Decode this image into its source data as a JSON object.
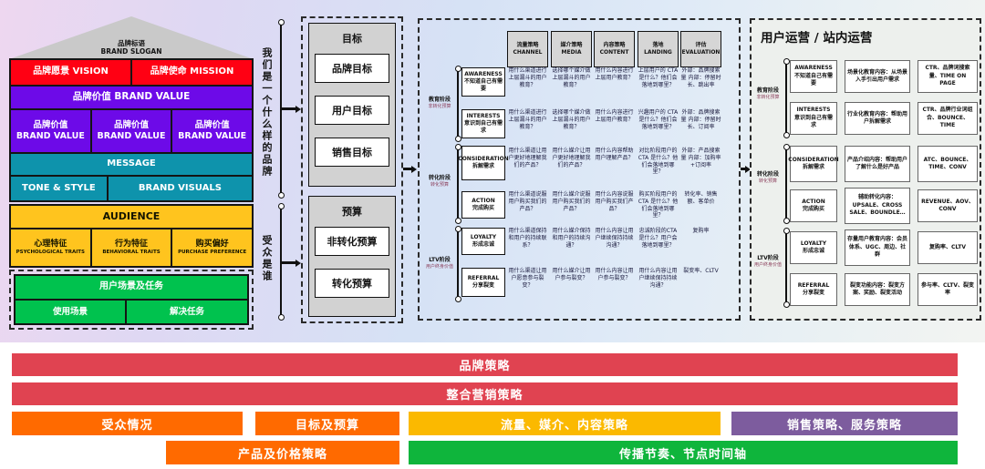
{
  "house": {
    "slogan_cn": "品牌标语",
    "slogan_en": "BRAND SLOGAN",
    "vision": "品牌愿景 VISION",
    "mission": "品牌使命 MISSION",
    "value_row": "品牌价值 BRAND VALUE",
    "values": [
      {
        "cn": "品牌价值",
        "en": "BRAND VALUE"
      },
      {
        "cn": "品牌价值",
        "en": "BRAND VALUE"
      },
      {
        "cn": "品牌价值",
        "en": "BRAND VALUE"
      }
    ],
    "message": "MESSAGE",
    "tone": "TONE & STYLE",
    "visuals": "BRAND VISUALS",
    "audience_title": "AUDIENCE",
    "traits": [
      {
        "cn": "心理特征",
        "en": "PSYCHOLOGICAL TRAITS"
      },
      {
        "cn": "行为特征",
        "en": "BEHAVIORAL TRAITS"
      },
      {
        "cn": "购买偏好",
        "en": "PURCHASE PREFERENCE"
      }
    ],
    "scenario_title": "用户场景及任务",
    "scenario_items": [
      "使用场景",
      "解决任务"
    ]
  },
  "axes": {
    "brand_question": "我们是一个什么样的品牌",
    "audience_question": "受众是谁"
  },
  "goals": {
    "title": "目标",
    "items": [
      "品牌目标",
      "用户目标",
      "销售目标"
    ]
  },
  "budget": {
    "title": "预算",
    "items": [
      "非转化预算",
      "转化预算"
    ]
  },
  "funnel": {
    "columns": [
      {
        "cn": "流量策略",
        "en": "CHANNEL"
      },
      {
        "cn": "媒介策略",
        "en": "MEDIA"
      },
      {
        "cn": "内容策略",
        "en": "CONTENT"
      },
      {
        "cn": "落地",
        "en": "LANDING"
      },
      {
        "cn": "评估",
        "en": "EVALUATION"
      }
    ],
    "groups": [
      {
        "label": "教育阶段",
        "sub": "非转化预算"
      },
      {
        "label": "转化阶段",
        "sub": "转化预算"
      },
      {
        "label": "LTV阶段",
        "sub": "用户终身价值"
      }
    ],
    "stages": [
      {
        "en": "AWARENESS",
        "cn": "不知道自己有需要"
      },
      {
        "en": "INTERESTS",
        "cn": "意识到自己有需求"
      },
      {
        "en": "CONSIDERATION",
        "cn": "拆解需求"
      },
      {
        "en": "ACTION",
        "cn": "完成购买"
      },
      {
        "en": "LOYALTY",
        "cn": "形成忠诚"
      },
      {
        "en": "REFERRAL",
        "cn": "分享裂变"
      }
    ],
    "cells": [
      [
        "用什么渠道进行上层漏斗的用户教育？",
        "选择哪个媒介做上层漏斗的用户教育？",
        "用什么内容进行上层用户教育？",
        "上层用户的 CTA 是什么？他们会落地到哪里？",
        "外部：品牌搜索量 内部：停留时长、跳出率"
      ],
      [
        "用什么渠道进行上层漏斗的用户教育？",
        "选择哪个媒介做上层漏斗的用户教育？",
        "用什么内容进行上层用户教育？",
        "兴趣用户的 CTA 是什么？他们会落地到哪里？",
        "外部：品牌搜索量 内部：停留时长、订阅率"
      ],
      [
        "用什么渠道让用户更好地理解我们的产品？",
        "用什么媒介让用户更好地理解我们的产品？",
        "用什么内容帮助用户理解产品？",
        "对比阶段用户的 CTA 是什么？他们会落地到哪里？",
        "外部：产品搜索量 内部：加购率+订阅率"
      ],
      [
        "用什么渠道说服用户购买我们的产品？",
        "用什么媒介说服用户购买我们的产品？",
        "用什么内容说服用户购买我们产品？",
        "购买阶段用户的 CTA 是什么？他们会落地到哪里？",
        "转化率、销售额、客单价"
      ],
      [
        "用什么渠道保持和用户的持续联系？",
        "用什么媒介保持和用户的持续沟通？",
        "用什么内容让用户继续保持持续沟通？",
        "忠诚阶段的CTA是什么？用户会落地到哪里？",
        "复购率"
      ],
      [
        "用什么渠道让用户愿意参与裂变？",
        "用什么媒介让用户参与裂变？",
        "用什么内容让用户参与裂变？",
        "用什么内容让用户继续保持持续沟通？",
        "裂变率、CLTV"
      ]
    ]
  },
  "ops": {
    "title": "用户运营 / 站内运营",
    "rows": [
      {
        "content": "场景化教育内容：从场景入手引出用户需求",
        "metrics": "CTR、品牌词搜索量、TIME ON PAGE"
      },
      {
        "content": "行业化教育内容：帮助用户拆解需求",
        "metrics": "CTR、品牌行业词组合、BOUNCE、TIME"
      },
      {
        "content": "产品介绍内容：帮助用户了解什么是好产品",
        "metrics": "ATC、BOUNCE、TIME、CONV"
      },
      {
        "content": "辅助转化内容：UPSALE、CROSS SALE、BOUNDLE…",
        "metrics": "REVENUE、AOV、CONV"
      },
      {
        "content": "存量用户教育内容：会员体系、UGC、周边、社群",
        "metrics": "复购率、CLTV"
      },
      {
        "content": "裂变功能内容：裂变方案、奖励、裂变活动",
        "metrics": "参与率、CLTV、裂变率"
      }
    ]
  },
  "bottom": {
    "bar1": "品牌策略",
    "bar2": "整合营销策略",
    "row3": [
      {
        "label": "受众情况"
      },
      {
        "label": "目标及预算"
      },
      {
        "label": "流量、媒介、内容策略"
      },
      {
        "label": "销售策略、服务策略"
      }
    ],
    "row4": [
      {
        "label": "产品及价格策略"
      },
      {
        "label": "传播节奏、节点时间轴"
      }
    ]
  },
  "colors": {
    "red": "#e04351",
    "house_red": "#ff0013",
    "purple": "#6d0ae8",
    "teal": "#0e93ac",
    "yellow": "#ffc41e",
    "green": "#00c24e",
    "orange": "#ff6a00",
    "bar_yellow": "#fbb900",
    "bar_purple": "#7d5c9e",
    "bar_green": "#0fb53c"
  }
}
